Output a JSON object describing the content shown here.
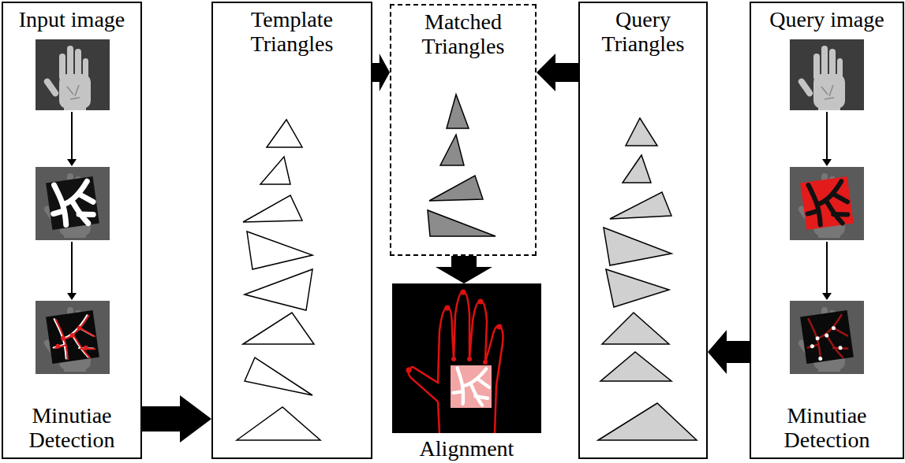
{
  "diagram": {
    "nodes": [
      {
        "text": [
          "Input image",
          "Minutiae Detection"
        ]
      },
      {
        "text": [
          "Template Triangles"
        ]
      },
      {
        "text": [
          "Matched Triangles"
        ]
      },
      {
        "text": [
          "Alignment"
        ]
      },
      {
        "text": [
          "Query Triangles"
        ]
      },
      {
        "text": [
          "Query image",
          "Minutiae Detection"
        ]
      }
    ],
    "edges": [
      {
        "from": 0,
        "to": 1,
        "arrow": "to"
      },
      {
        "from": 1,
        "to": 2,
        "arrow": "to"
      },
      {
        "from": 4,
        "to": 2,
        "arrow": "to"
      },
      {
        "from": 2,
        "to": 3,
        "arrow": "to"
      },
      {
        "from": 5,
        "to": 4,
        "arrow": "to"
      }
    ]
  }
}
